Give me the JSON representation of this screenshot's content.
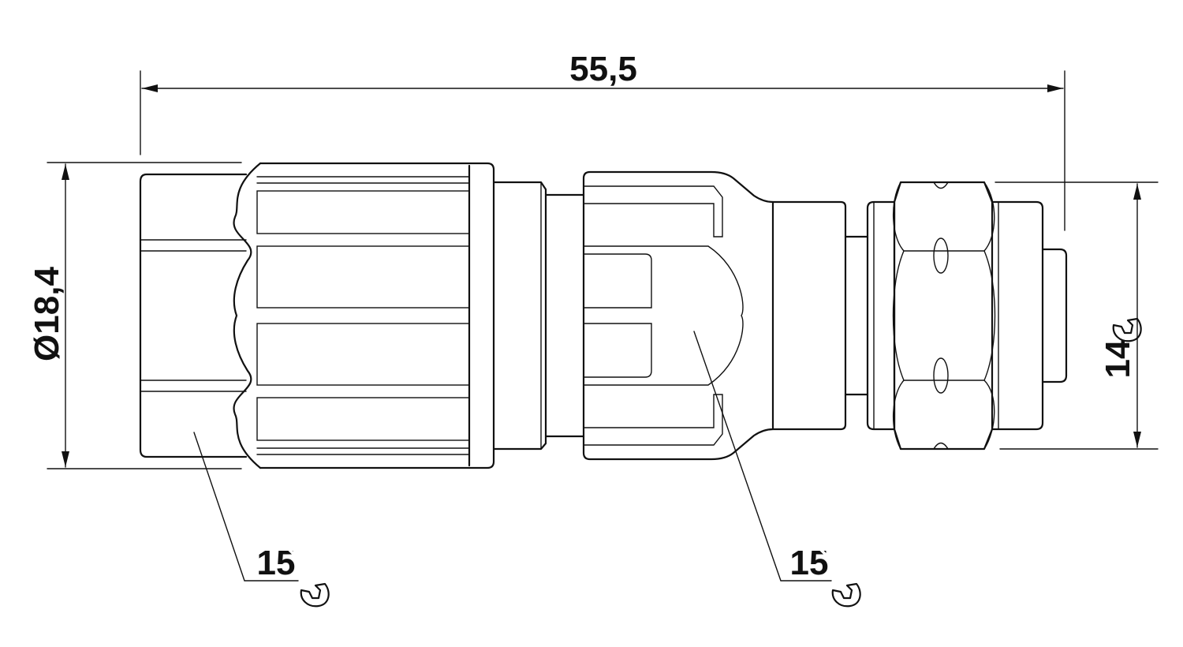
{
  "drawing": {
    "dim_length": "55,5",
    "dim_diameter": "Ø18,4",
    "dim_across_flats": "14",
    "torque_left": "15",
    "torque_right": "15",
    "line_color": "#111111",
    "background_color": "#ffffff",
    "icons": [
      "wrench-icon",
      "wrench-icon",
      "wrench-icon"
    ]
  }
}
